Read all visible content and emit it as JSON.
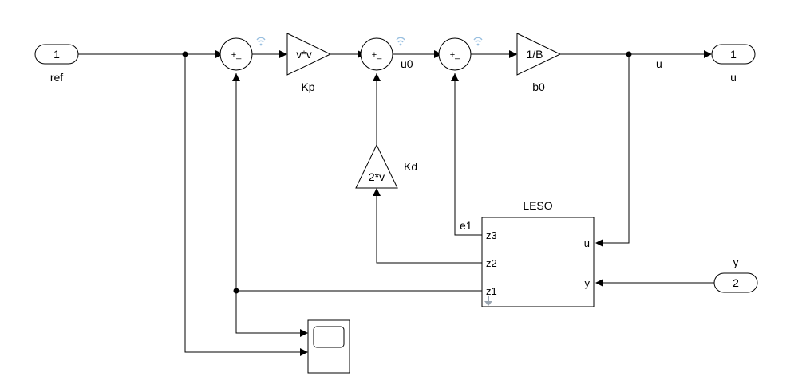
{
  "diagram": {
    "inports": [
      {
        "number": "1",
        "name": "ref"
      },
      {
        "number": "2",
        "name": "y"
      }
    ],
    "outports": [
      {
        "number": "1",
        "name": "u"
      }
    ],
    "sums": [
      {
        "signs": "+_"
      },
      {
        "signs": "+_"
      },
      {
        "signs": "+_"
      }
    ],
    "gains": [
      {
        "expr": "v*v",
        "name": "Kp"
      },
      {
        "expr": "1/B",
        "name": "b0"
      },
      {
        "expr": "2*v",
        "name": "Kd"
      }
    ],
    "subsystem": {
      "name": "LESO",
      "inputs": [
        "u",
        "y"
      ],
      "outputs": [
        "z3",
        "z2",
        "z1"
      ]
    },
    "signals": {
      "u0": "u0",
      "u": "u",
      "e1": "e1"
    },
    "colors": {
      "line": "#000000",
      "block_fill": "#ffffff",
      "signal_icon": "#9ac0e0"
    }
  }
}
